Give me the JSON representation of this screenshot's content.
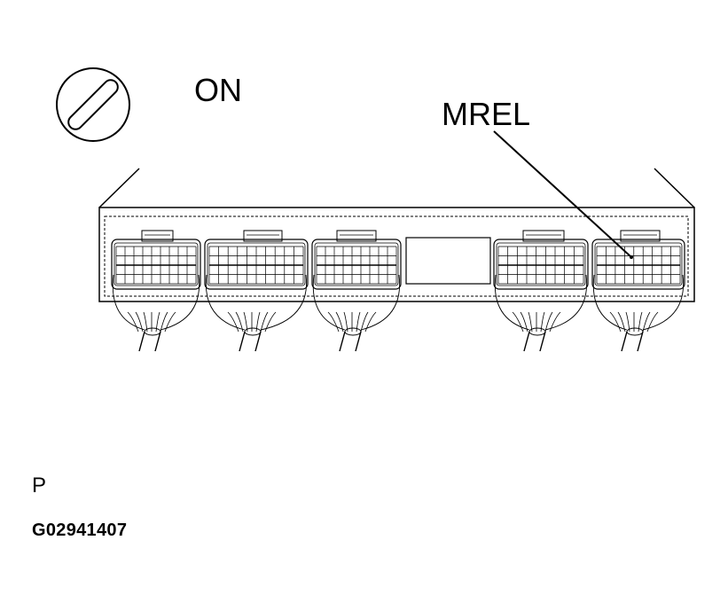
{
  "labels": {
    "ignition": "ON",
    "terminal": "MREL",
    "page_letter": "P",
    "figure_code": "G02941407"
  },
  "icons": {
    "ignition_switch": "ignition-key-switch-icon"
  }
}
